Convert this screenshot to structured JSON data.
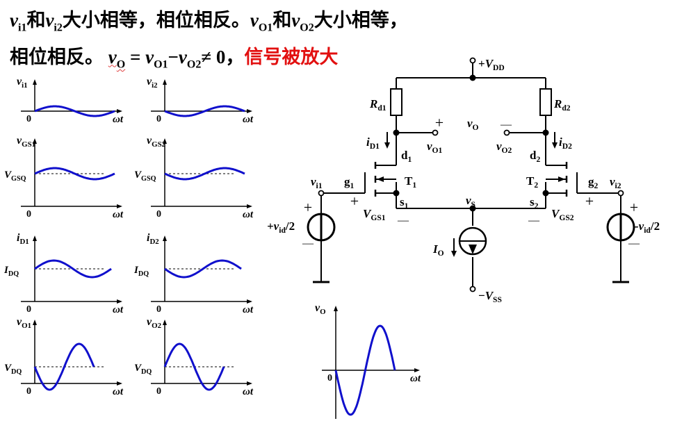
{
  "header": {
    "line1": [
      {
        "t": "v",
        "i": true
      },
      {
        "t": "i1",
        "sub": true
      },
      {
        "t": "和"
      },
      {
        "t": "v",
        "i": true
      },
      {
        "t": "i2",
        "sub": true
      },
      {
        "t": "大小相等，相位相反。"
      },
      {
        "t": "v",
        "i": true
      },
      {
        "t": "O1",
        "sub": true
      },
      {
        "t": "和"
      },
      {
        "t": "v",
        "i": true
      },
      {
        "t": "O2",
        "sub": true
      },
      {
        "t": "大小相等，"
      }
    ],
    "line2": [
      {
        "t": "相位相反。 "
      },
      {
        "t": "v",
        "i": true,
        "u": true
      },
      {
        "t": "O",
        "sub": true,
        "u": true
      },
      {
        "t": " = "
      },
      {
        "t": "v",
        "i": true
      },
      {
        "t": "O1",
        "sub": true
      },
      {
        "t": "−"
      },
      {
        "t": "v",
        "i": true
      },
      {
        "t": "O2",
        "sub": true
      },
      {
        "t": "≠ 0，"
      },
      {
        "t": "信号被放大",
        "em": true
      }
    ]
  },
  "plots": {
    "vi1": {
      "ylabel": "v",
      "ysub": "i1",
      "dq": "",
      "dqsub": "",
      "origin": "0",
      "xlabel": "ωt"
    },
    "vi2": {
      "ylabel": "v",
      "ysub": "i2",
      "dq": "",
      "dqsub": "",
      "origin": "0",
      "xlabel": "ωt"
    },
    "vgs1": {
      "ylabel": "v",
      "ysub": "GS1",
      "dq": "V",
      "dqsub": "GSQ",
      "origin": "0",
      "xlabel": "ωt"
    },
    "vgs2": {
      "ylabel": "v",
      "ysub": "GS2",
      "dq": "V",
      "dqsub": "GSQ",
      "origin": "0",
      "xlabel": "ωt"
    },
    "id1": {
      "ylabel": "i",
      "ysub": "D1",
      "dq": "I",
      "dqsub": "DQ",
      "origin": "0",
      "xlabel": "ωt"
    },
    "id2": {
      "ylabel": "i",
      "ysub": "D2",
      "dq": "I",
      "dqsub": "DQ",
      "origin": "0",
      "xlabel": "ωt"
    },
    "vo1": {
      "ylabel": "v",
      "ysub": "O1",
      "dq": "V",
      "dqsub": "DQ",
      "origin": "0",
      "xlabel": "ωt"
    },
    "vo2": {
      "ylabel": "v",
      "ysub": "O2",
      "dq": "V",
      "dqsub": "DQ",
      "origin": "0",
      "xlabel": "ωt"
    },
    "vo": {
      "ylabel": "v",
      "ysub": "O",
      "dq": "",
      "dqsub": "",
      "origin": "0",
      "xlabel": "ωt"
    }
  },
  "circuit": {
    "vdd": {
      "pre": "+",
      "main": "V",
      "sub": "DD"
    },
    "vss": {
      "pre": "−",
      "main": "V",
      "sub": "SS"
    },
    "rd1": {
      "main": "R",
      "sub": "d1"
    },
    "rd2": {
      "main": "R",
      "sub": "d2"
    },
    "id1": {
      "main": "i",
      "sub": "D1"
    },
    "id2": {
      "main": "i",
      "sub": "D2"
    },
    "vo1": {
      "main": "v",
      "sub": "O1"
    },
    "vo2": {
      "main": "v",
      "sub": "O2"
    },
    "vo": {
      "main": "v",
      "sub": "O"
    },
    "d1": {
      "main": "d",
      "sub": "1"
    },
    "d2": {
      "main": "d",
      "sub": "2"
    },
    "g1": {
      "main": "g",
      "sub": "1"
    },
    "g2": {
      "main": "g",
      "sub": "2"
    },
    "s1": {
      "main": "s",
      "sub": "1"
    },
    "s2": {
      "main": "s",
      "sub": "2"
    },
    "t1": {
      "main": "T",
      "sub": "1"
    },
    "t2": {
      "main": "T",
      "sub": "2"
    },
    "vi1": {
      "main": "v",
      "sub": "i1"
    },
    "vi2": {
      "main": "v",
      "sub": "i2"
    },
    "vs": {
      "main": "v",
      "sub": "S"
    },
    "vgs1": {
      "main": "V",
      "sub": "GS1"
    },
    "vgs2": {
      "main": "V",
      "sub": "GS2"
    },
    "io": {
      "main": "I",
      "sub": "O"
    },
    "src_left": {
      "main": "+v",
      "sub": "id",
      "post": "/2"
    },
    "src_right": {
      "main": "-v",
      "sub": "id",
      "post": "/2"
    },
    "plus": "+",
    "minus": "—"
  },
  "colors": {
    "wave": "#1010cc",
    "emphasis": "#e21010",
    "ink": "#000000"
  }
}
